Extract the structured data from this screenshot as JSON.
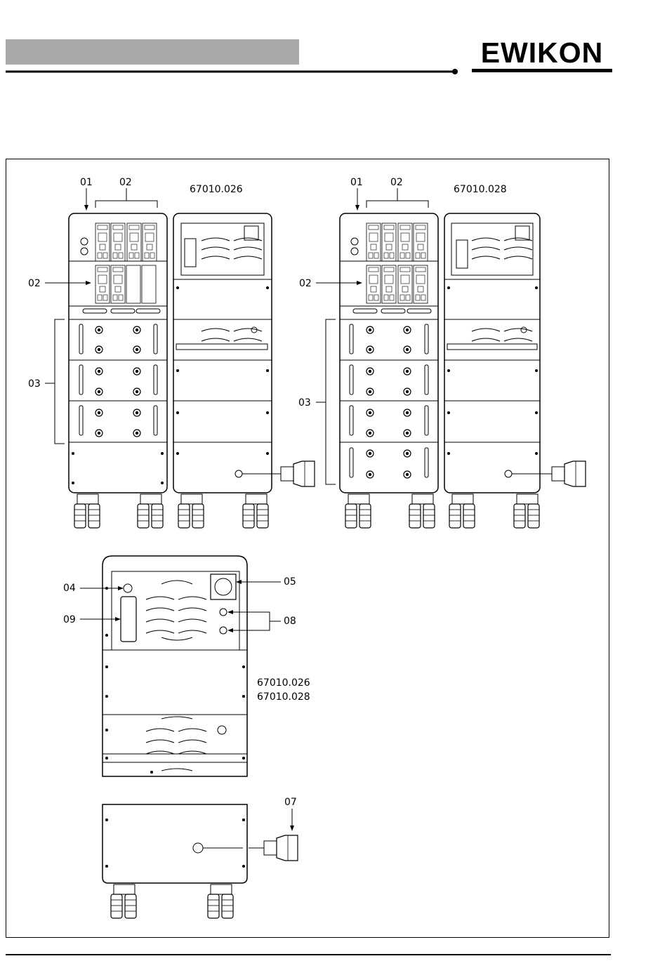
{
  "header": {
    "logo_text": "EWIKON"
  },
  "callouts": {
    "c01": "01",
    "c02": "02",
    "c03": "03",
    "c04": "04",
    "c05": "05",
    "c07": "07",
    "c08": "08",
    "c09": "09"
  },
  "models": {
    "left": "67010.026",
    "right": "67010.028",
    "detail_line1": "67010.026",
    "detail_line2": "67010.028"
  }
}
